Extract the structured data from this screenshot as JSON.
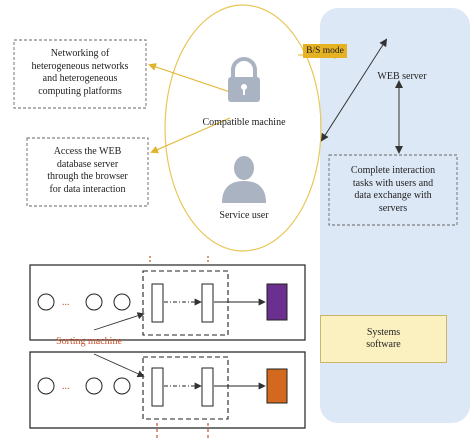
{
  "boxes": {
    "networking": [
      "Networking of",
      "heterogeneous networks",
      "and heterogeneous",
      "computing platforms"
    ],
    "access": [
      "Access the WEB",
      "database server",
      "through the browser",
      "for data interaction"
    ],
    "interaction": [
      "Complete interaction",
      "tasks with users and",
      "data exchange with",
      "servers"
    ]
  },
  "labels": {
    "compatible_machine": "Compatible machine",
    "service_user": "Service user",
    "web_server": "WEB server",
    "bs_mode": "B/S mode",
    "systems_software": [
      "Systems",
      "software"
    ],
    "sorting_machine": "Sorting machine",
    "dots": "..."
  },
  "colors": {
    "panel_blue": "#dde8f6",
    "ellipse": "#e8c75a",
    "arrow_gold": "#e0b52c",
    "badge": "#e5b224",
    "purple": "#6b2f8f",
    "orange": "#d2691e",
    "sorting_text": "#c9502a",
    "icon_gray": "#a9b3c1"
  },
  "icons": [
    "lock-icon",
    "user-icon"
  ]
}
